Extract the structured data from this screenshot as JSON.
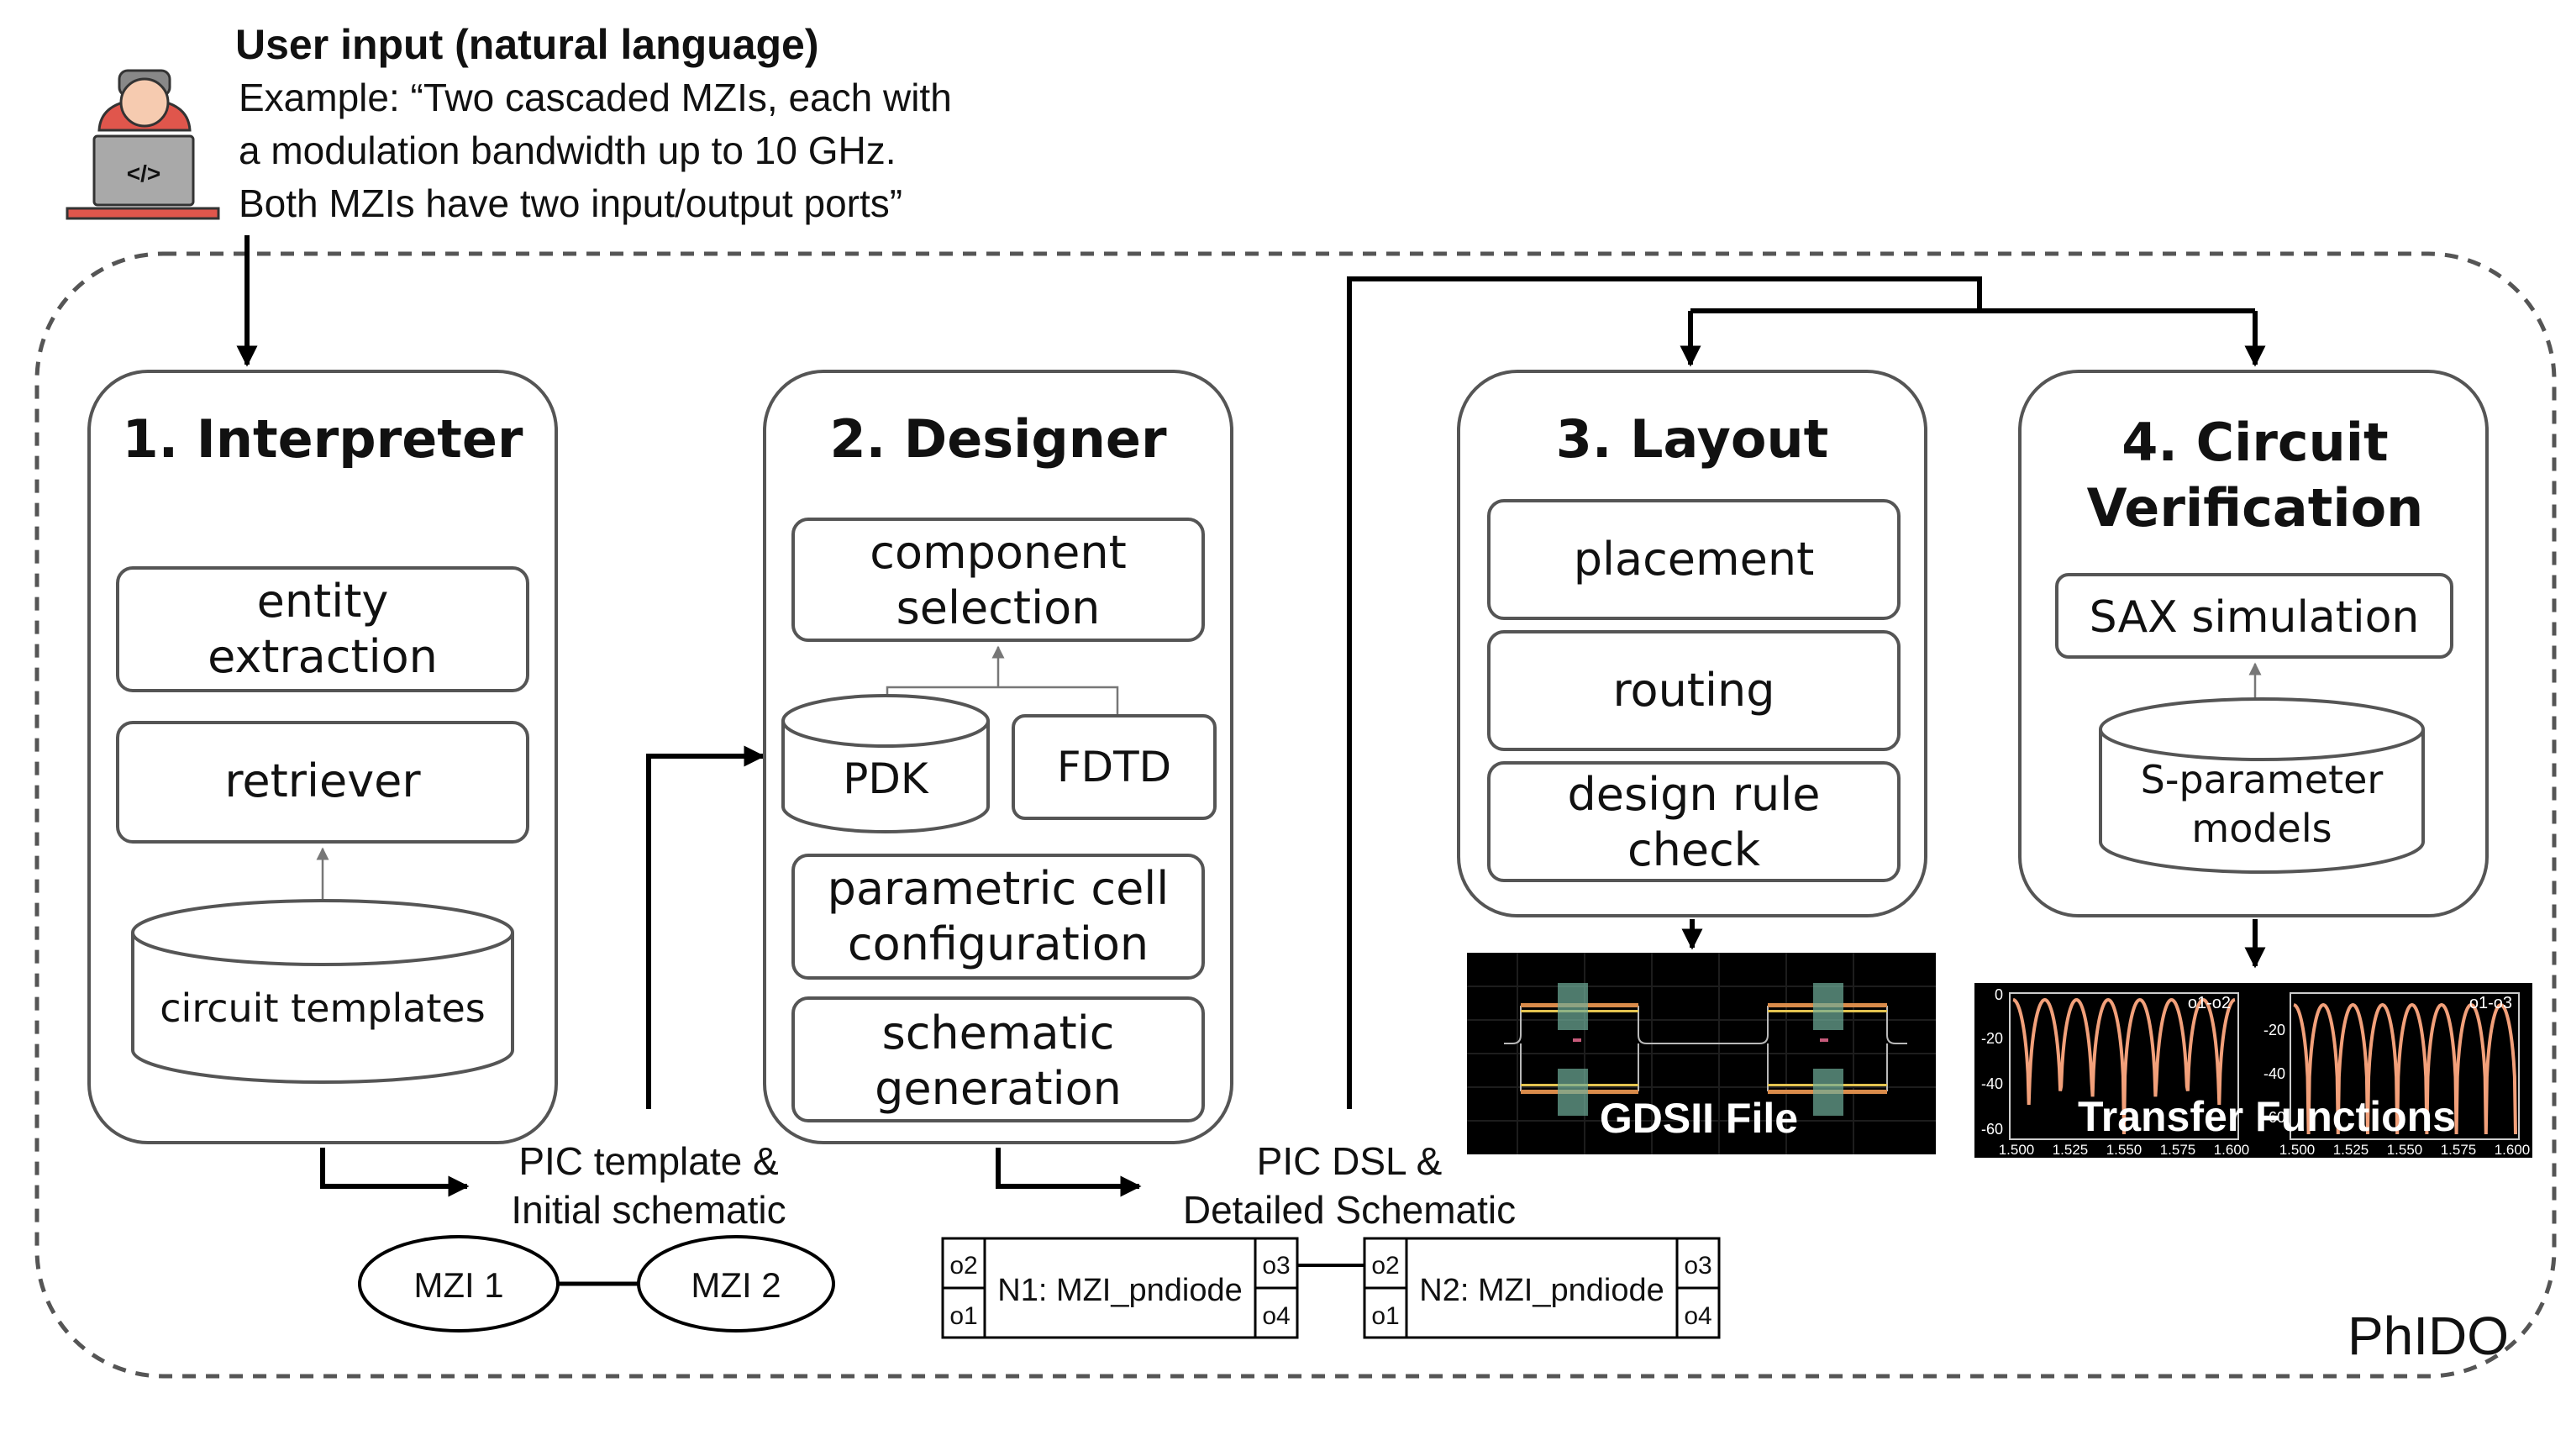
{
  "user": {
    "title": "User input (natural language)",
    "example_lines": [
      "Example: “Two cascaded MZIs, each with",
      "a modulation bandwidth up to 10 GHz.",
      "Both MZIs have two input/output ports”"
    ],
    "icon_glyph": "</>"
  },
  "system_label": "PhIDO",
  "interpreter": {
    "title": "1. Interpreter",
    "entity": [
      "entity",
      "extraction"
    ],
    "retriever": "retriever",
    "templates": "circuit templates"
  },
  "designer": {
    "title": "2. Designer",
    "component": [
      "component",
      "selection"
    ],
    "pdk": "PDK",
    "fdtd": "FDTD",
    "pcell": [
      "parametric cell",
      "configuration"
    ],
    "schematic": [
      "schematic",
      "generation"
    ]
  },
  "layout": {
    "title": "3. Layout",
    "placement": "placement",
    "routing": "routing",
    "drc": [
      "design rule",
      "check"
    ],
    "output_label": "GDSII File"
  },
  "verification": {
    "title": [
      "4. Circuit",
      "Verification"
    ],
    "sax": "SAX simulation",
    "sparam": [
      "S-parameter",
      "models"
    ],
    "output_label": "Transfer Functions",
    "plot_left": {
      "legend": "o1-o2",
      "yticks": [
        "0",
        "-20",
        "-40",
        "-60"
      ],
      "xticks": [
        "1.500",
        "1.525",
        "1.550",
        "1.575",
        "1.600"
      ]
    },
    "plot_right": {
      "legend": "o1-o3",
      "yticks": [
        "-20",
        "-40",
        "-60"
      ],
      "xticks": [
        "1.500",
        "1.525",
        "1.550",
        "1.575",
        "1.600"
      ]
    }
  },
  "handoff1": {
    "label": [
      "PIC template &",
      "Initial schematic"
    ],
    "node_a": "MZI 1",
    "node_b": "MZI 2"
  },
  "handoff2": {
    "label": [
      "PIC DSL &",
      "Detailed Schematic"
    ],
    "n1": {
      "name": "N1: MZI_pndiode",
      "ports": [
        "o2",
        "o1",
        "o3",
        "o4"
      ]
    },
    "n2": {
      "name": "N2: MZI_pndiode",
      "ports": [
        "o2",
        "o1",
        "o3",
        "o4"
      ]
    }
  },
  "colors": {
    "box_stroke": "#555555",
    "arrow": "#000000",
    "dashed_border": "#555555",
    "plot_bg": "#000000",
    "plot_curve": "#f2a07a",
    "gds_bg": "#000000",
    "person_shirt": "#e0564c",
    "person_skin": "#f6cbb0",
    "laptop": "#a9a9a9"
  }
}
